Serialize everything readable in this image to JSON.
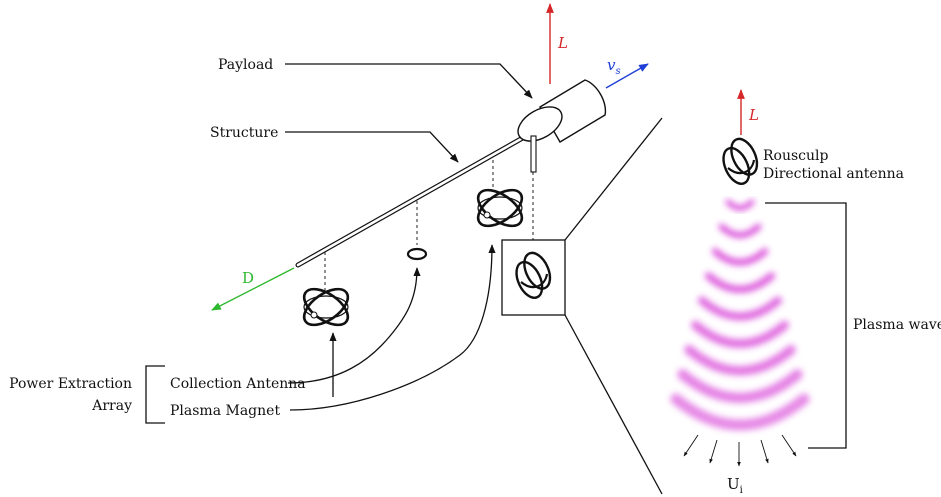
{
  "labels": {
    "payload": "Payload",
    "structure": "Structure",
    "lift_top": "L",
    "velocity": "v",
    "velocity_sub": "s",
    "drag": "D",
    "rousculp_line1": "Rousculp",
    "rousculp_line2": "Directional antenna",
    "lift_right": "L",
    "plasma_wave": "Plasma wave",
    "ui": "U",
    "ui_sub": "i",
    "power_line1": "Power Extraction",
    "power_line2": "Array",
    "collection_antenna": "Collection Antenna",
    "plasma_magnet": "Plasma Magnet"
  },
  "colors": {
    "lift": "#d62728",
    "velocity": "#1f3fd6",
    "drag": "#2db82d",
    "plasma": "#d63ad6",
    "ink": "#111111"
  },
  "plasma_wave": {
    "bands": 9
  }
}
